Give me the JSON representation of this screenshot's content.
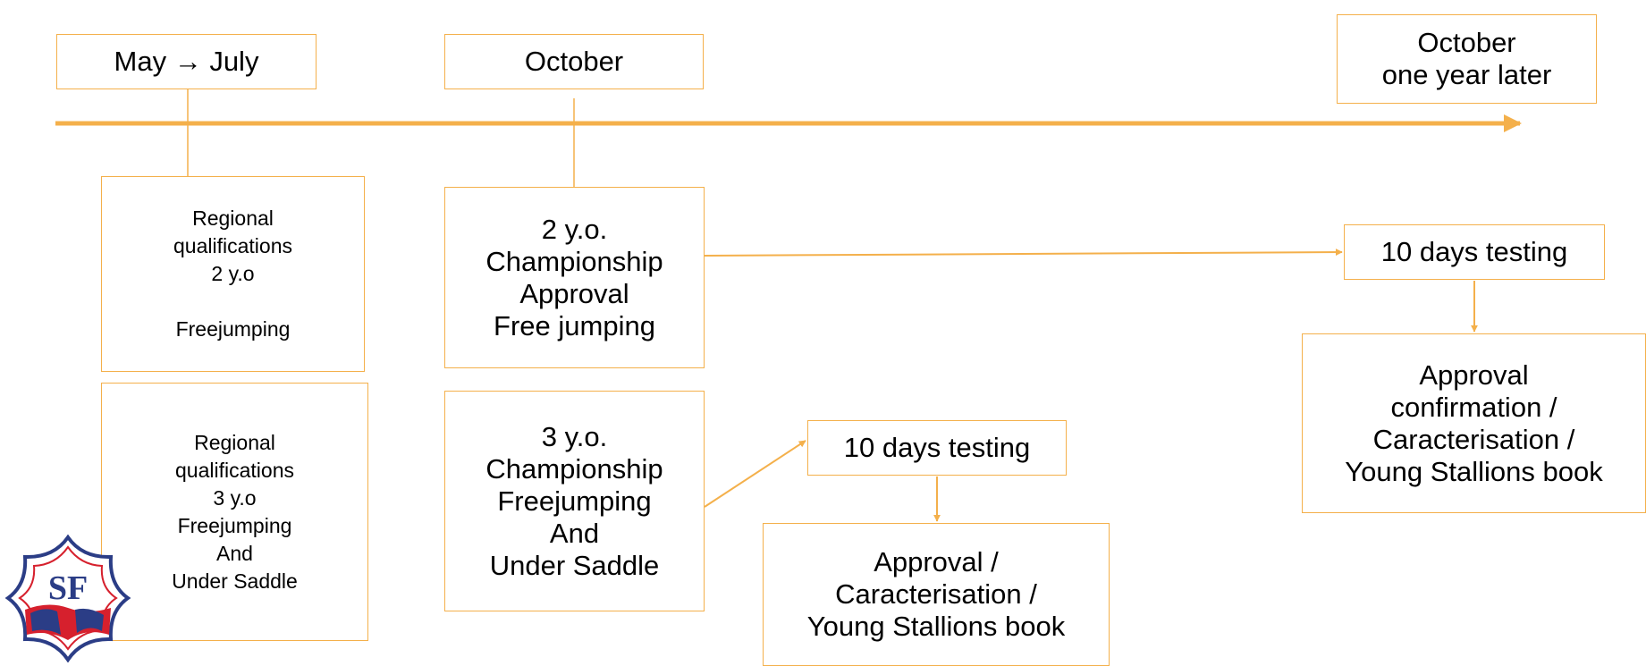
{
  "colors": {
    "accent": "#F4B04B",
    "text": "#000000",
    "logo_blue": "#2B3D86",
    "logo_red": "#D6202D"
  },
  "timeline": {
    "may_july": "May → July",
    "october": "October",
    "october_later": [
      "October",
      "one year later"
    ]
  },
  "regional_2yo": [
    "Regional",
    "qualifications",
    "2 y.o",
    "",
    "Freejumping"
  ],
  "regional_3yo": [
    "Regional",
    "qualifications",
    "3 y.o",
    "Freejumping",
    "And",
    "Under Saddle"
  ],
  "championship_2yo": [
    "2 y.o.",
    "Championship",
    "Approval",
    "Free jumping"
  ],
  "championship_3yo": [
    "3 y.o.",
    "Championship",
    "Freejumping",
    "And",
    "Under Saddle"
  ],
  "testing_3yo": "10 days testing",
  "approval_3yo": [
    "Approval /",
    "Caracterisation /",
    "Young Stallions book"
  ],
  "testing_2yo": "10 days testing",
  "approval_2yo": [
    "Approval",
    "confirmation /",
    "Caracterisation /",
    "Young Stallions book"
  ],
  "logo": {
    "text": "SF",
    "icon": "sf-horse-star-logo"
  }
}
